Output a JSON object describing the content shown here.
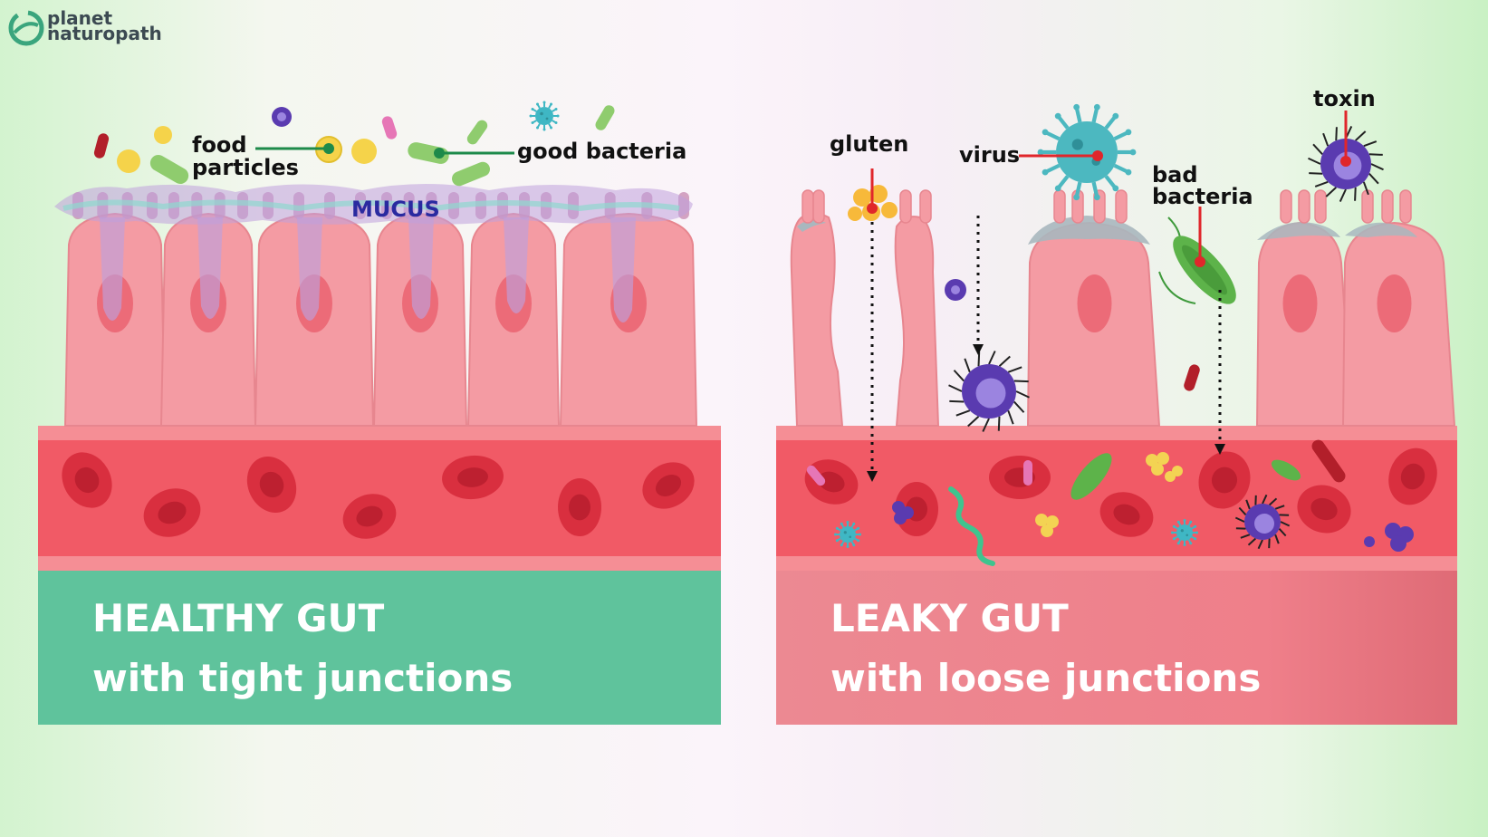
{
  "brand": {
    "line1": "planet",
    "line2": "naturopath",
    "logo_color": "#3aa57d"
  },
  "healthy": {
    "heading": "HEALTHY GUT",
    "subheading": "with tight junctions",
    "panel_color": "#5fc39c",
    "labels": {
      "food": [
        "food",
        "particles"
      ],
      "bacteria": "good bacteria",
      "mucus": "MUCUS"
    }
  },
  "leaky": {
    "heading": "LEAKY GUT",
    "subheading": "with loose junctions",
    "panel_color": "#ea7c88",
    "labels": {
      "gluten": "gluten",
      "virus": "virus",
      "bad_bacteria": [
        "bad",
        "bacteria"
      ],
      "toxin": "toxin"
    }
  },
  "colors": {
    "cell": "#f49ba3",
    "cell_edge": "#e7868f",
    "nucleus": "#ec6b78",
    "blood": "#f15a66",
    "blood_edge": "#f58e95",
    "rbc": "#d92f3f",
    "rbc_inner": "#bd2030",
    "mucus": "#bfa0dc",
    "pointer_green": "#1d8a4a",
    "pointer_red": "#e0262b",
    "virus": "#4cb8c0",
    "microbe": "#5a3bb0"
  },
  "icons": [
    "logo-swirl-icon",
    "virus-icon",
    "microbe-icon",
    "bacteria-icon",
    "gluten-icon",
    "worm-icon"
  ]
}
